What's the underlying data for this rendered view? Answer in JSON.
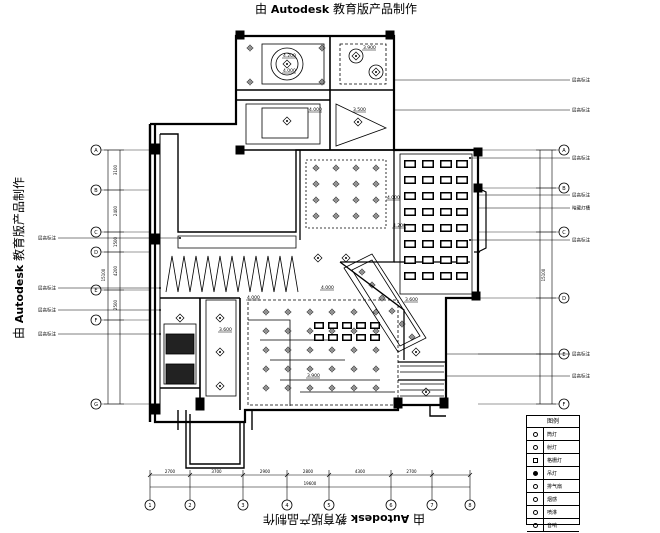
{
  "watermark": {
    "prefix": "由",
    "brand": "Autodesk",
    "suffix": "教育版产品制作"
  },
  "annotations": {
    "ceiling_height_label": "层高标注",
    "light_trough_label": "暗藏灯带",
    "callout_labels": [
      "层高标注",
      "层高标注",
      "层高标注",
      "层高标注",
      "暗藏灯槽",
      "层高标注",
      "层高标注",
      "层高标注",
      "层高标注",
      "层高标注"
    ]
  },
  "elevations": {
    "room_values": [
      "4.000",
      "4.200",
      "3.900",
      "4.000",
      "3.500",
      "4.000",
      "4.000",
      "3.600",
      "3.900",
      "4.200",
      "4.000",
      "3.600"
    ]
  },
  "dimensions": {
    "bottom_segments": [
      "2700",
      "3700",
      "2900",
      "2800",
      "4300",
      "2700"
    ],
    "bottom_total": "19600",
    "left_segments": [
      "3100",
      "2400",
      "1500",
      "4200",
      "2500"
    ],
    "left_total": "15100",
    "right_total": "15100"
  },
  "grid_axes": {
    "bottom": [
      "1",
      "2",
      "3",
      "4",
      "5",
      "6",
      "7",
      "8"
    ],
    "left": [
      "A",
      "B",
      "C",
      "D",
      "E",
      "F",
      "G"
    ],
    "right": [
      "A",
      "B",
      "C",
      "D",
      "E",
      "F"
    ]
  },
  "legend": {
    "title": "图例",
    "rows": [
      {
        "symbol": "downlight-icon",
        "text": "筒灯"
      },
      {
        "symbol": "spotlight-icon",
        "text": "射灯"
      },
      {
        "symbol": "grille-light-icon",
        "text": "格栅灯"
      },
      {
        "symbol": "chandelier-icon",
        "text": "吊灯"
      },
      {
        "symbol": "fan-icon",
        "text": "排气扇"
      },
      {
        "symbol": "smoke-icon",
        "text": "烟感"
      },
      {
        "symbol": "sprinkler-icon",
        "text": "喷淋"
      },
      {
        "symbol": "speaker-icon",
        "text": "音响"
      }
    ]
  }
}
